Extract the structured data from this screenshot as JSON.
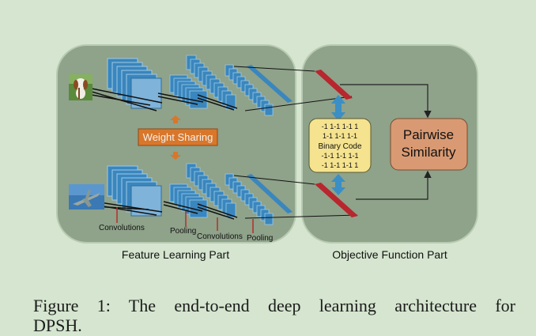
{
  "panels": {
    "feature": {
      "label": "Feature Learning Part"
    },
    "objective": {
      "label": "Objective Function Part"
    }
  },
  "weight_sharing": {
    "label": "Weight Sharing"
  },
  "binary_code": {
    "title": "Binary Code",
    "rows_top": [
      "-1 1-1 1-1 1",
      "1-1 1-1 1-1"
    ],
    "rows_bottom": [
      "-1-1 1-1 1-1",
      "-1 1-1 1-1 1"
    ]
  },
  "pairwise": {
    "line1": "Pairwise",
    "line2": "Similarity"
  },
  "layer_labels": {
    "conv1": "Convolutions",
    "pool1": "Pooling",
    "conv2": "Convolutions",
    "pool2": "Pooling"
  },
  "images": {
    "top": "dog-photo",
    "bottom": "airplane-photo"
  },
  "caption": {
    "line1": "Figure 1:  The end-to-end deep learning architecture for",
    "line2": "DPSH."
  },
  "colors": {
    "background": "#d5e5cf",
    "panel": "#8fa28a",
    "panel_border": "#b8cbb2",
    "layer": "#3a86be",
    "weight_sharing_box": "#d8772b",
    "binary_box": "#f5e38f",
    "pairwise_box": "#d99a73",
    "hash_bar": "#b8262e",
    "arrow": "#3b8fc4"
  }
}
